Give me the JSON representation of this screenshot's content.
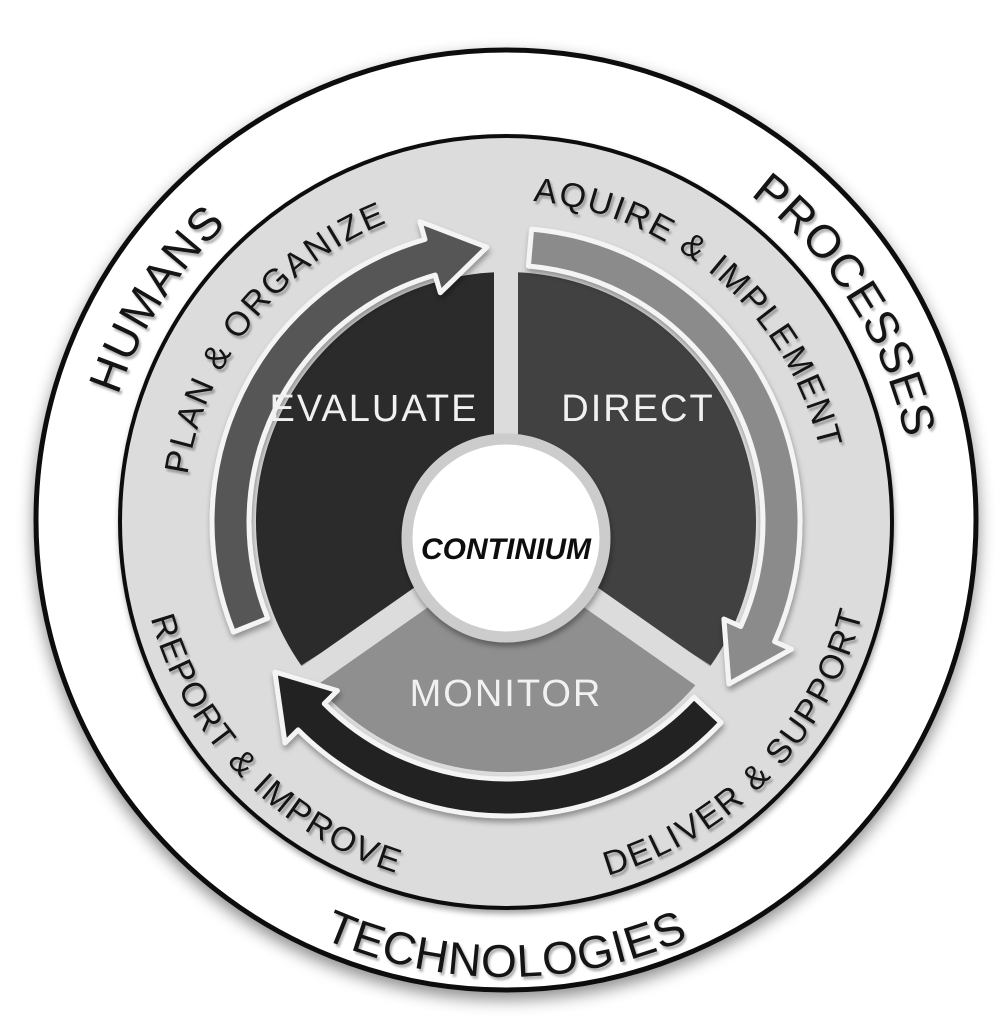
{
  "diagram": {
    "type": "circular-process-diagram",
    "center_label": "CONTINIUM",
    "inner_segments": [
      {
        "id": "evaluate",
        "label": "EVALUATE",
        "fill": "#2b2b2b",
        "arrow_fill": "#565656"
      },
      {
        "id": "direct",
        "label": "DIRECT",
        "fill": "#414141",
        "arrow_fill": "#8b8b8b"
      },
      {
        "id": "monitor",
        "label": "MONITOR",
        "fill": "#8f8f8f",
        "arrow_fill": "#242424"
      }
    ],
    "process_ring_labels": {
      "top_left": "PLAN & ORGANIZE",
      "top_right": "AQUIRE & IMPLEMENT",
      "bottom_right": "DELIVER & SUPPORT",
      "bottom_left": "REPORT & IMPROVE"
    },
    "outer_ring_labels": {
      "top_left": "HUMANS",
      "top_right": "PROCESSES",
      "bottom": "TECHNOLOGIES"
    },
    "colors": {
      "outer_ring_fill": "#ffffff",
      "ring_outline": "#0a0a0a",
      "process_ring_fill": "#dcdcdc",
      "divider": "#dcdcdc",
      "arrow_outline": "#f4f4f4",
      "hub_fill": "#ffffff",
      "hub_ring": "#cccccc",
      "label_dark": "#141414",
      "label_light": "#f1f1f1"
    }
  }
}
